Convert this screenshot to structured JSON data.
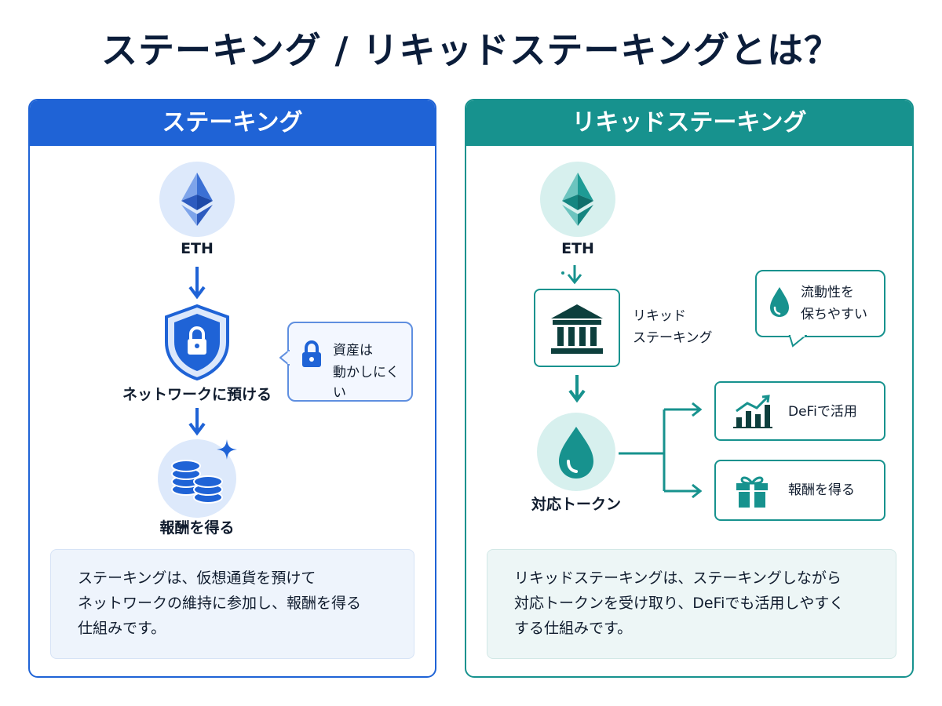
{
  "title": "ステーキング / リキッドステーキングとは？",
  "staking": {
    "header": "ステーキング",
    "eth_label": "ETH",
    "network_label": "ネットワークに預ける",
    "callout_line1": "資産は",
    "callout_line2": "動かしにくい",
    "reward_label": "報酬を得る",
    "description": [
      "ステーキングは、仮想通貨を預けて",
      "ネットワークの維持に参加し、報酬を得る",
      "仕組みです。"
    ],
    "accent_color": "#1f63d6"
  },
  "liquid": {
    "header": "リキッドステーキング",
    "eth_label": "ETH",
    "protocol_line1": "リキッド",
    "protocol_line2": "ステーキング",
    "callout_line1": "流動性を",
    "callout_line2": "保ちやすい",
    "token_label": "対応トークン",
    "defi_label": "DeFiで活用",
    "reward_label": "報酬を得る",
    "description": [
      "リキッドステーキングは、ステーキングしながら",
      "対応トークンを受け取り、DeFiでも活用しやすく",
      "する仕組みです。"
    ],
    "accent_color": "#17928e"
  },
  "icons": [
    "ethereum-icon",
    "shield-lock-icon",
    "lock-icon",
    "coins-icon",
    "sparkle-icon",
    "bank-icon",
    "droplet-icon",
    "chart-up-icon",
    "gift-icon",
    "arrow-down-icon",
    "arrow-right-icon"
  ]
}
